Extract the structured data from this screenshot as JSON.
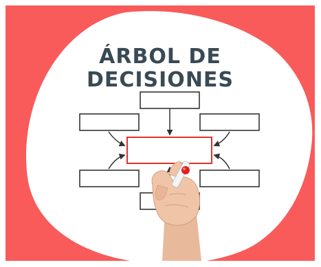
{
  "title": {
    "line1": "ÁRBOL DE",
    "line2": "DECISIONES"
  },
  "colors": {
    "frame": "#f95a5a",
    "blob": "#ffffff",
    "title_text": "#3a4a55",
    "box_stroke": "#333333",
    "center_box_stroke": "#e03030",
    "marker_tip": "#e52020"
  },
  "diagram": {
    "boxes": [
      "top-box",
      "left-upper-box",
      "right-upper-box",
      "center-box",
      "left-lower-box",
      "right-lower-box",
      "bottom-box"
    ],
    "illustration": "hand-holding-marker"
  }
}
